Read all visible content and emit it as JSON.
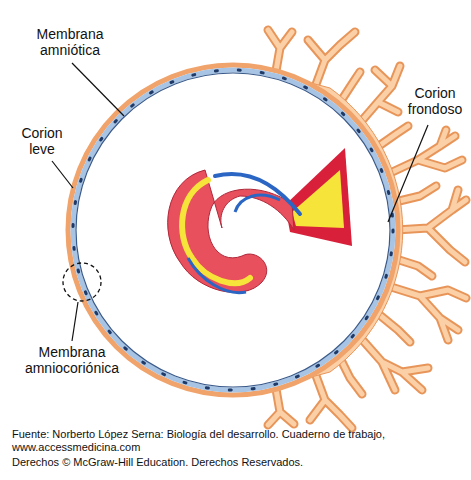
{
  "diagram": {
    "labels": [
      "Membrana amniótica",
      "Corion leve",
      "Corion frondoso",
      "Membrana amniocoriónica",
      "Fuente: Norberto López Serna: Biología del desarrollo. Cuaderno de trabajo,",
      "www.accessmedicina.com",
      "Derechos © McGraw-Hill Education. Derechos Reservados."
    ]
  }
}
